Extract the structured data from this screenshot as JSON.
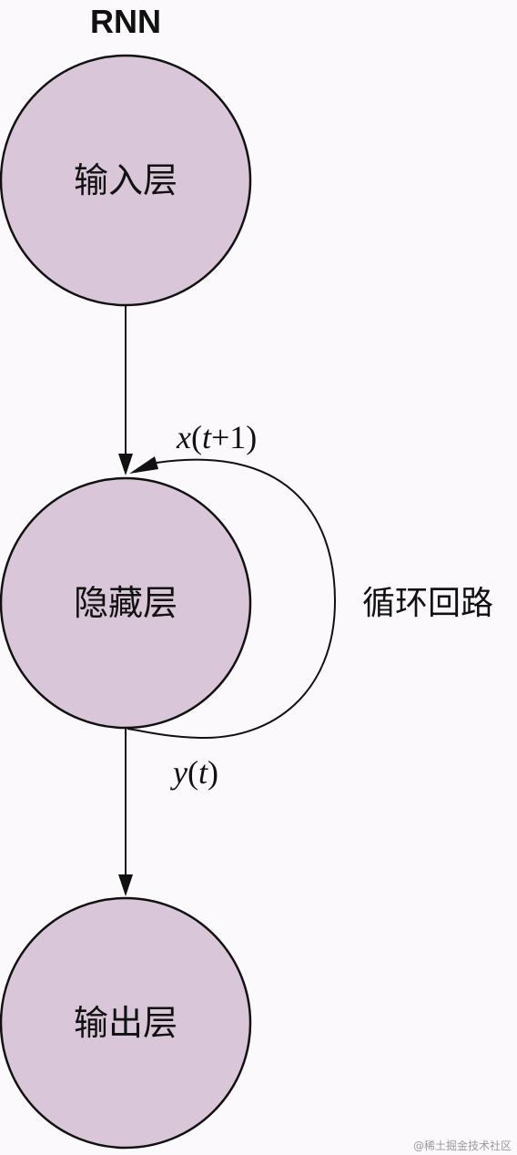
{
  "title": "RNN",
  "nodes": {
    "input": {
      "label": "输入层"
    },
    "hidden": {
      "label": "隐藏层"
    },
    "output": {
      "label": "输出层"
    }
  },
  "loop": {
    "label": "循环回路",
    "input_label": {
      "var": "x",
      "open": "(",
      "arg": "t",
      "rest": "+1)"
    },
    "output_label": {
      "var": "y",
      "open": "(",
      "arg": "t",
      "close": ")"
    }
  },
  "watermark": "@稀土掘金技术社区",
  "colors": {
    "node_fill": "#d9c6d8",
    "stroke": "#111111",
    "background": "#fbf9fb"
  }
}
